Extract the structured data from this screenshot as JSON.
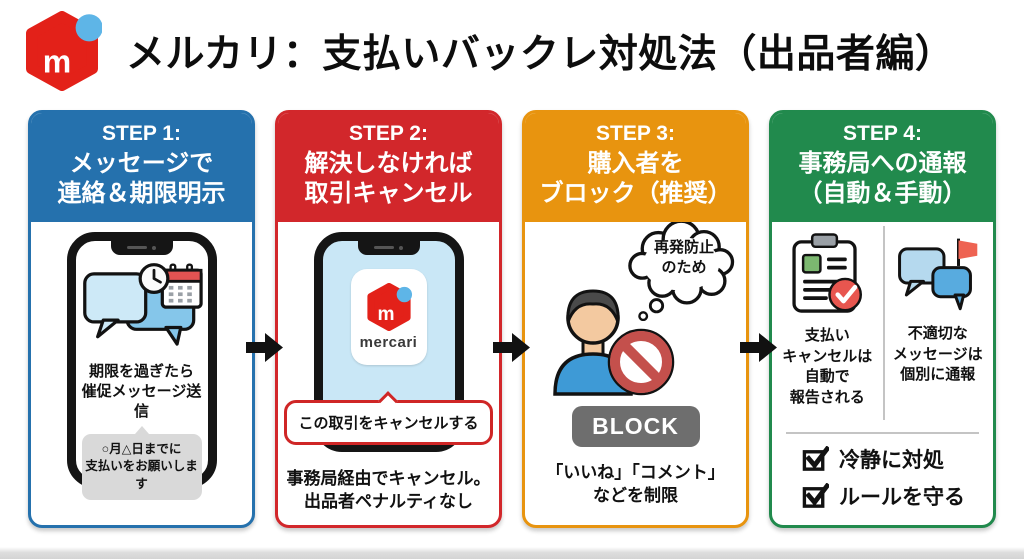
{
  "header": {
    "title": "メルカリ：支払いバックレ対処法（出品者編）",
    "brand": "mercari"
  },
  "colors": {
    "step1_blue": "#2571AD",
    "step2_red": "#D2272B",
    "step3_orange": "#E8940F",
    "step4_green": "#218A4D",
    "mercari_red": "#E32119",
    "mercari_blue": "#5EB5E7",
    "block_gray": "#6E6E6E",
    "arrow_black": "#111111"
  },
  "icons": {
    "mercari-logo-icon": "red rounded box with white m and blue dot",
    "arrow-right-icon": "solid black right arrow",
    "reminder-illustration-icon": "chat bubbles with clock and calendar",
    "mercari-app-icon": "white rounded app tile with mercari logo",
    "thought-bubble-icon": "cloud thought bubble",
    "blocked-user-icon": "person with red prohibition sign",
    "report-clipboard-icon": "clipboard with green square and red check",
    "flagged-message-icon": "two speech bubbles with red flag",
    "checkbox-checked-icon": "checked ballot box"
  },
  "steps": [
    {
      "label": "STEP 1:",
      "title_lines": [
        "メッセージで",
        "連絡＆期限明示"
      ],
      "phone_caption_lines": [
        "期限を過ぎたら",
        "催促メッセージ送信"
      ],
      "message_bubble_lines": [
        "○月△日までに",
        "支払いをお願いします"
      ]
    },
    {
      "label": "STEP 2:",
      "title_lines": [
        "解決しなければ",
        "取引キャンセル"
      ],
      "app_name": "mercari",
      "callout": "この取引をキャンセルする",
      "note_lines": [
        "事務局経由でキャンセル。",
        "出品者ペナルティなし"
      ]
    },
    {
      "label": "STEP 3:",
      "title_lines": [
        "購入者を",
        "ブロック（推奨）"
      ],
      "thought_lines": [
        "再発防止",
        "のため"
      ],
      "block_label": "BLOCK",
      "note_lines": [
        "「いいね」「コメント」",
        "などを制限"
      ]
    },
    {
      "label": "STEP 4:",
      "title_lines": [
        "事務局への通報",
        "（自動＆手動）"
      ],
      "left_note_lines": [
        "支払い",
        "キャンセルは",
        "自動で",
        "報告される"
      ],
      "right_note_lines": [
        "不適切な",
        "メッセージは",
        "個別に通報"
      ],
      "checklist": [
        "冷静に対処",
        "ルールを守る"
      ]
    }
  ]
}
